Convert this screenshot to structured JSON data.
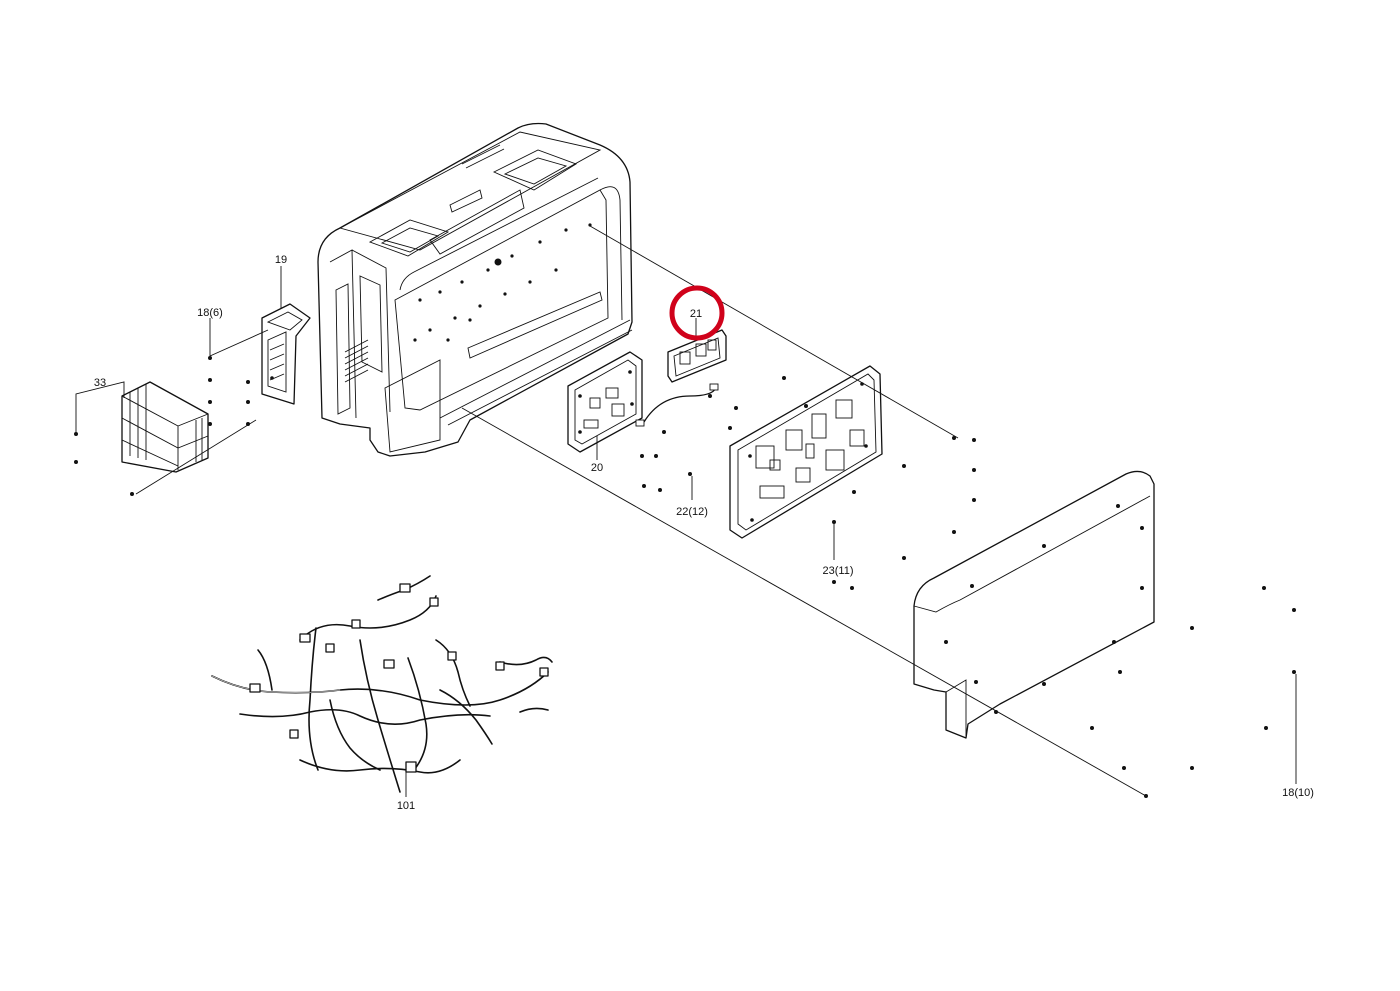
{
  "callouts": {
    "c19": "19",
    "c18_6": "18(6)",
    "c33": "33",
    "c21": "21",
    "c20": "20",
    "c22_12": "22(12)",
    "c23_11": "23(11)",
    "c101": "101",
    "c18_10": "18(10)"
  },
  "highlight": {
    "target": "21",
    "color": "#d0021b"
  },
  "colors": {
    "line": "#111111",
    "background": "#ffffff"
  }
}
